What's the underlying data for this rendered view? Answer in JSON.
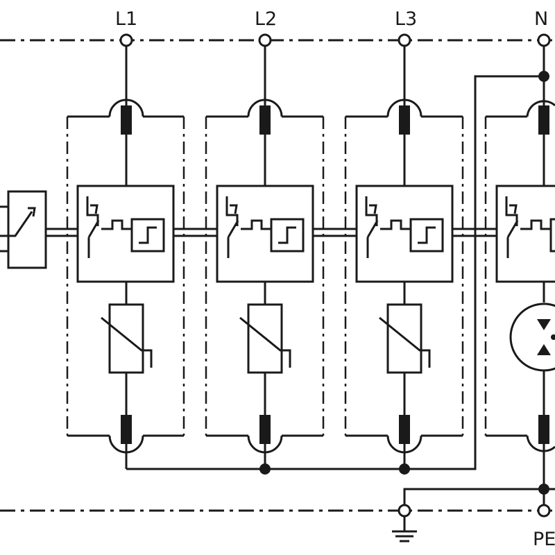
{
  "terminals": {
    "l1": "L1",
    "l2": "L2",
    "l3": "L3",
    "n": "N",
    "pe": "PE"
  },
  "icons": {
    "ground": "ground-symbol-icon",
    "varistor": "varistor-icon",
    "spark_gap": "spark-gap-icon",
    "disconnector": "thermal-disconnector-icon",
    "indicator": "status-indicator-icon",
    "remote_contact": "remote-signalling-contact-icon"
  }
}
